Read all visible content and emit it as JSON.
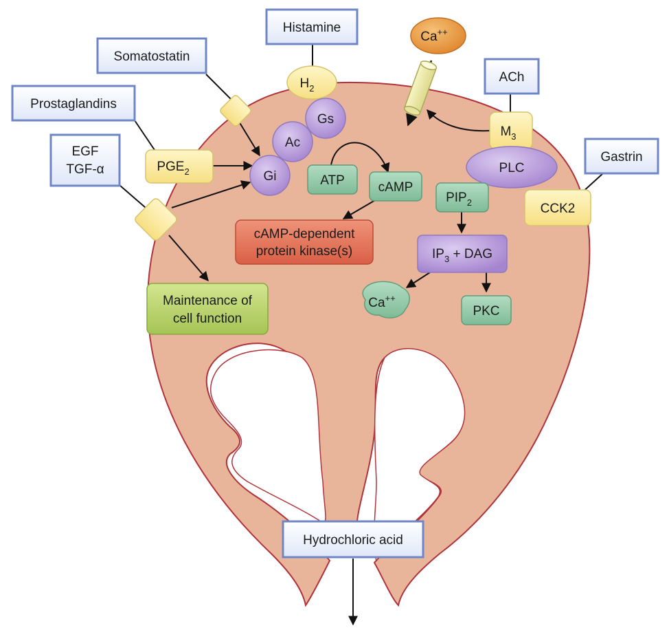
{
  "colors": {
    "cell_fill": "#e8b59b",
    "cell_stroke": "#b0323a",
    "label_box_fill": "#eaf0fb",
    "label_box_stroke": "#6f86c6",
    "receptor_yellow": "#fbe9a0",
    "g_protein_purple": "#b79bd6",
    "green_box": "#8fc9a6",
    "red_box": "#e2735a",
    "lime_box": "#b8d26a",
    "calcium_channel": "#f0efb0",
    "calcium_ion_orange": "#e8993c"
  },
  "ligands": {
    "histamine": "Histamine",
    "somatostatin": "Somatostatin",
    "prostaglandins": "Prostaglandins",
    "egf": "EGF",
    "tgf": "TGF-α",
    "ach": "ACh",
    "gastrin": "Gastrin",
    "hcl": "Hydrochloric acid"
  },
  "receptors": {
    "h2_base": "H",
    "h2_sub": "2",
    "pge2_base": "PGE",
    "pge2_sub": "2",
    "m3_base": "M",
    "m3_sub": "3",
    "cck2": "CCK2"
  },
  "g_proteins": {
    "gs": "Gs",
    "ac": "Ac",
    "gi": "Gi",
    "plc": "PLC"
  },
  "intracellular": {
    "atp": "ATP",
    "camp": "cAMP",
    "pka_line1": "cAMP-dependent",
    "pka_line2": "protein kinase(s)",
    "pip2_base": "PIP",
    "pip2_sub": "2",
    "ip3_base": "IP",
    "ip3_sub": "3",
    "ip3_rest": " + DAG",
    "pkc": "PKC",
    "maintenance_line1": "Maintenance of",
    "maintenance_line2": "cell function"
  },
  "calcium": {
    "base": "Ca",
    "sup": "++"
  }
}
